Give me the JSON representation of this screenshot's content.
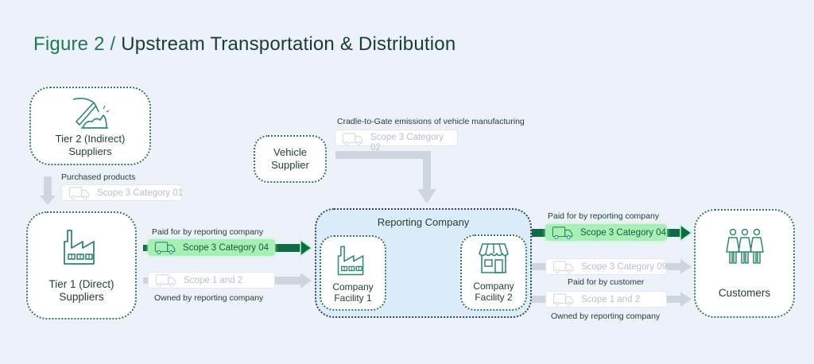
{
  "title": {
    "figure": "Figure 2 /",
    "text": "Upstream Transportation & Distribution"
  },
  "colors": {
    "accent": "#1e7a52",
    "dark_green": "#0e6b45",
    "highlight": "#a6f0b6",
    "inactive": "#cfd5de",
    "background": "#edf1f9",
    "reporting_bg": "#dcebf9"
  },
  "nodes": {
    "tier2": {
      "label_line1": "Tier 2 (Indirect)",
      "label_line2": "Suppliers",
      "icon": "pickaxe-icon"
    },
    "tier1": {
      "label_line1": "Tier 1 (Direct)",
      "label_line2": "Suppliers",
      "icon": "factory-icon"
    },
    "vehicle_supplier": {
      "label_line1": "Vehicle",
      "label_line2": "Supplier"
    },
    "reporting_company": {
      "label": "Reporting Company"
    },
    "facility1": {
      "label_line1": "Company",
      "label_line2": "Facility 1",
      "icon": "factory-icon"
    },
    "facility2": {
      "label_line1": "Company",
      "label_line2": "Facility 2",
      "icon": "store-icon"
    },
    "customers": {
      "label": "Customers",
      "icon": "people-icon"
    }
  },
  "flows": {
    "purchased": {
      "caption": "Purchased products",
      "pill": "Scope 3 Category 01",
      "active": false
    },
    "vehicle": {
      "caption": "Cradle-to-Gate emissions of vehicle manufacturing",
      "pill_line1": "Scope 3 Category",
      "pill_line2": "02",
      "active": false
    },
    "inbound_paid": {
      "caption": "Paid for by reporting company",
      "pill": "Scope 3 Category 04",
      "active": true
    },
    "inbound_owned": {
      "caption": "Owned by reporting company",
      "pill": "Scope 1 and 2",
      "active": false
    },
    "outbound_paid": {
      "caption": "Paid for by reporting company",
      "pill": "Scope 3 Category 04",
      "active": true
    },
    "outbound_customer": {
      "caption": "Paid for by customer",
      "pill": "Scope 3 Category 09",
      "active": false
    },
    "outbound_owned": {
      "caption": "Owned by reporting company",
      "pill": "Scope 1 and 2",
      "active": false
    }
  }
}
